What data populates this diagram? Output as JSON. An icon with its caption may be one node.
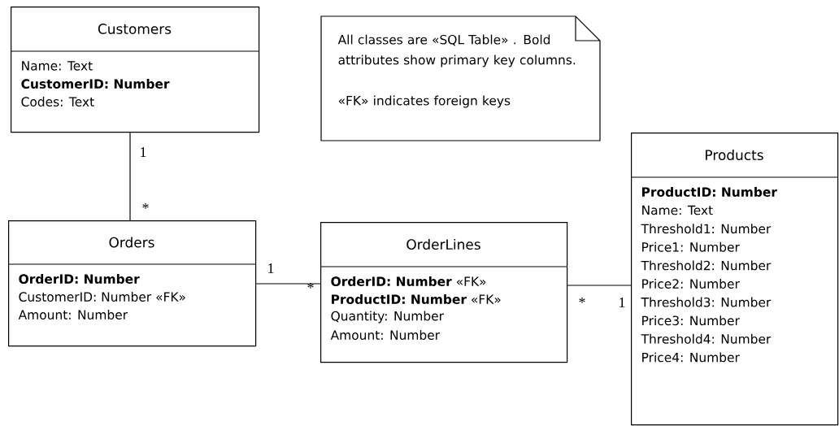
{
  "diagram": {
    "nodes": [
      {
        "text": [
          "Customers",
          "Name: Text",
          "**CustomerID: Number**",
          "Codes: Text"
        ]
      },
      {
        "text": [
          "All classes are «SQL Table» . Bold attributes show primary key columns.",
          "«FK» indicates foreign keys"
        ]
      },
      {
        "text": [
          "Products",
          "**ProductID: Number**",
          "Name: Text",
          "Threshold1: Number",
          "Price1: Number",
          "Threshold2: Number",
          "Price2: Number",
          "Threshold3: Number",
          "Price3: Number",
          "Threshold4: Number",
          "Price4: Number"
        ]
      },
      {
        "text": [
          "Orders",
          "**OrderID: Number**",
          "CustomerID: Number «FK»",
          "Amount: Number"
        ]
      },
      {
        "text": [
          "OrderLines",
          "**OrderID: Number** «FK»",
          "**ProductID: Number** «FK»",
          "Quantity: Number",
          "Amount: Number"
        ]
      }
    ],
    "edges": [
      {
        "from": 0,
        "to": 3,
        "arrow": "none"
      },
      {
        "from": 3,
        "to": 4,
        "arrow": "none"
      },
      {
        "from": 4,
        "to": 2,
        "arrow": "none"
      }
    ],
    "labels": [
      "1",
      "*",
      "1",
      "*",
      "*",
      "1"
    ]
  }
}
